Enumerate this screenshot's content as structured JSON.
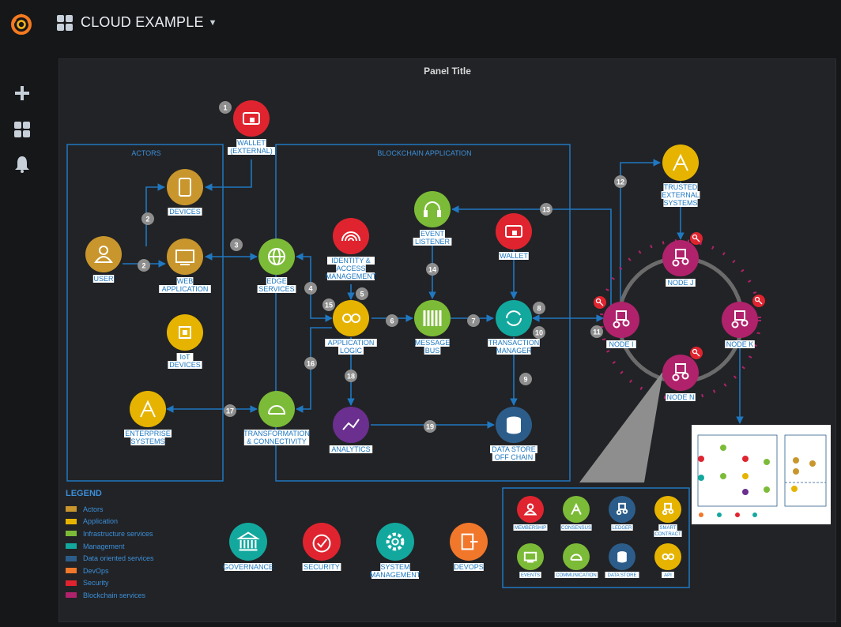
{
  "header": {
    "title": "CLOUD EXAMPLE"
  },
  "panel": {
    "title": "Panel Title"
  },
  "groups": {
    "actors": "ACTORS",
    "blockchain_app": "BLOCKCHAIN APPLICATION"
  },
  "nodes": {
    "wallet_external": [
      "WALLET",
      "(EXTERNAL)"
    ],
    "devices": [
      "DEVICES"
    ],
    "user": [
      "USER"
    ],
    "web_application": [
      "WEB",
      "APPLICATION"
    ],
    "iot_devices": [
      "IoT",
      "DEVICES"
    ],
    "enterprise_systems": [
      "ENTERPRISE",
      "SYSTEMS"
    ],
    "edge_services": [
      "EDGE",
      "SERVICES"
    ],
    "identity_access": [
      "IDENTITY &",
      "ACCESS",
      "MANAGEMENT"
    ],
    "event_listener": [
      "EVENT",
      "LISTENER"
    ],
    "wallet": [
      "WALLET"
    ],
    "application_logic": [
      "APPLICATION",
      "LOGIC"
    ],
    "message_bus": [
      "MESSAGE",
      "BUS"
    ],
    "transaction_manager": [
      "TRANSACTION",
      "MANAGER"
    ],
    "transformation": [
      "TRANSFORMATION",
      "& CONNECTIVITY"
    ],
    "analytics": [
      "ANALYTICS"
    ],
    "data_store": [
      "DATA STORE",
      "OFF CHAIN"
    ],
    "trusted_external": [
      "TRUSTED",
      "EXTERNAL",
      "SYSTEMS"
    ],
    "node_j": [
      "NODE J"
    ],
    "node_i": [
      "NODE I"
    ],
    "node_k": [
      "NODE K"
    ],
    "node_n": [
      "NODE N"
    ],
    "governance": [
      "GOVERNANCE"
    ],
    "security": [
      "SECURITY"
    ],
    "system_management": [
      "SYSTEM",
      "MANAGEMENT"
    ],
    "devops": [
      "DEVOPS"
    ]
  },
  "steps": [
    "1",
    "2",
    "2",
    "3",
    "4",
    "5",
    "6",
    "7",
    "8",
    "9",
    "10",
    "11",
    "12",
    "13",
    "14",
    "15",
    "16",
    "17",
    "18",
    "19"
  ],
  "detail_box": {
    "items": [
      "MEMBERSHIP",
      "CONSENSUS",
      "LEDGER",
      "SMART CONTRACT",
      "EVENTS",
      "COMMUNICATION",
      "DATA STORE",
      "API"
    ]
  },
  "legend": {
    "title": "LEGEND",
    "items": [
      {
        "label": "Actors",
        "color": "#c8962c"
      },
      {
        "label": "Application",
        "color": "#e6b400"
      },
      {
        "label": "Infrastructure services",
        "color": "#7cbb38"
      },
      {
        "label": "Management",
        "color": "#13a89e"
      },
      {
        "label": "Data oriented services",
        "color": "#2c5d8a"
      },
      {
        "label": "DevOps",
        "color": "#f1772b"
      },
      {
        "label": "Security",
        "color": "#e0242f"
      },
      {
        "label": "Blockchain services",
        "color": "#b0226b"
      }
    ]
  },
  "colors": {
    "actor": "#c8962c",
    "application": "#e6b400",
    "infra": "#7cbb38",
    "management": "#13a89e",
    "data": "#2c5d8a",
    "devops": "#f1772b",
    "security": "#e0242f",
    "blockchain": "#b0226b",
    "line": "#1f78c1"
  },
  "icons": {
    "wallet_external": "wallet-icon",
    "devices": "tablet-icon",
    "user": "user-icon",
    "web_application": "monitor-icon",
    "iot_devices": "chip-icon",
    "enterprise_systems": "compass-icon",
    "edge_services": "globe-icon",
    "identity_access": "fingerprint-icon",
    "event_listener": "headphones-icon",
    "application_logic": "gears-icon",
    "message_bus": "bus-icon",
    "transaction_manager": "sync-icon",
    "transformation": "loop-icon",
    "analytics": "chart-line-icon",
    "data_store": "database-icon",
    "trusted_external": "compass-icon",
    "node": "ledger-node-icon",
    "governance": "bank-icon",
    "security": "lock-icon",
    "system_management": "gear-icon",
    "devops": "devops-icon"
  }
}
